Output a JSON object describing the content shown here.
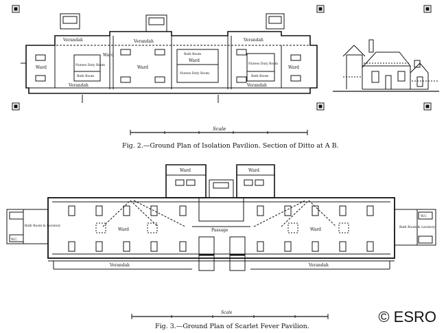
{
  "fig2": {
    "caption": "Fig. 2.—Ground Plan of Isolation Pavilion.  Section of Ditto at A B.",
    "rooms": {
      "verandah_top": "Verandah",
      "verandah_left_top": "Verandah",
      "verandah_right_top": "Verandah",
      "verandah_bottom_left": "Verandah",
      "verandah_bottom_right": "Verandah",
      "ward_1": "Ward",
      "ward_2": "Ward",
      "ward_3": "Ward",
      "ward_4": "Ward",
      "ward_5": "Ward",
      "nurses_left": "Nurses Duty Room",
      "bath_left": "Bath Room",
      "nurses_right": "Nurses Duty Room",
      "bath_right": "Bath Room",
      "nurses_mid": "Nurses Duty Room",
      "bath_mid": "Bath Room"
    },
    "scale_label": "Scale"
  },
  "fig3": {
    "caption": "Fig. 3.—Ground Plan of Scarlet Fever Pavilion.",
    "rooms": {
      "ward_top_left": "Ward",
      "ward_top_right": "Ward",
      "ward_left": "Ward",
      "ward_right": "Ward",
      "passage": "Passage",
      "bath_left": "Bath Room & Lavatory",
      "bath_right": "Bath Room & Lavatory",
      "wc_left": "W.C.",
      "wc_right": "W.C.",
      "verandah_left": "Verandah",
      "verandah_right": "Verandah"
    },
    "scale_label": "Scale"
  },
  "watermark": "© ESRO"
}
